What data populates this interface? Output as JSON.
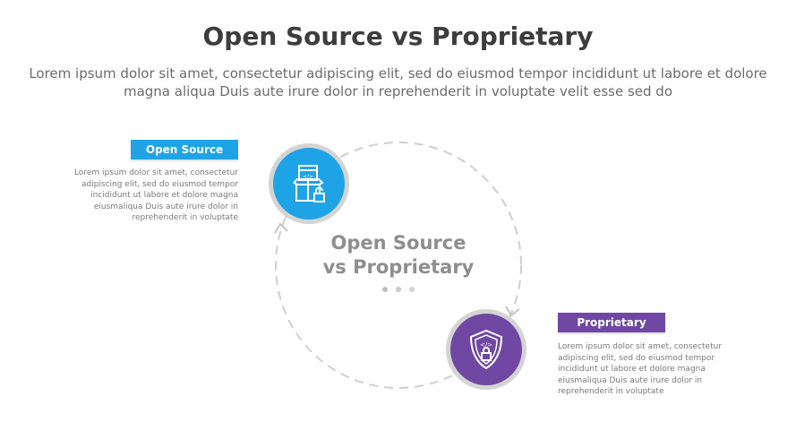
{
  "header": {
    "title": "Open Source vs Proprietary",
    "subtitle": "Lorem ipsum dolor sit amet, consectetur adipiscing elit, sed do eiusmod tempor incididunt ut labore et dolore magna aliqua Duis aute irure dolor in reprehenderit in voluptate velit esse sed do"
  },
  "center": {
    "line1": "Open Source",
    "line2": "vs Proprietary"
  },
  "items": [
    {
      "label": "Open Source",
      "color": "#1ea4e6",
      "icon": "open-box-code-unlock-icon",
      "description": "Lorem ipsum dolor sit amet, consectetur adipiscing elit, sed do eiusmod tempor incididunt ut labore et dolore magna eiusmaliqua Duis aute irure dolor in reprehenderit in voluptate"
    },
    {
      "label": "Proprietary",
      "color": "#7048a3",
      "icon": "shield-code-lock-icon",
      "description": "Lorem ipsum dolor sit amet, consectetur adipiscing elit, sed do eiusmod tempor incididunt ut labore et dolore magna eiusmaliqua Duis aute irure dolor in reprehenderit in voluptate"
    }
  ]
}
